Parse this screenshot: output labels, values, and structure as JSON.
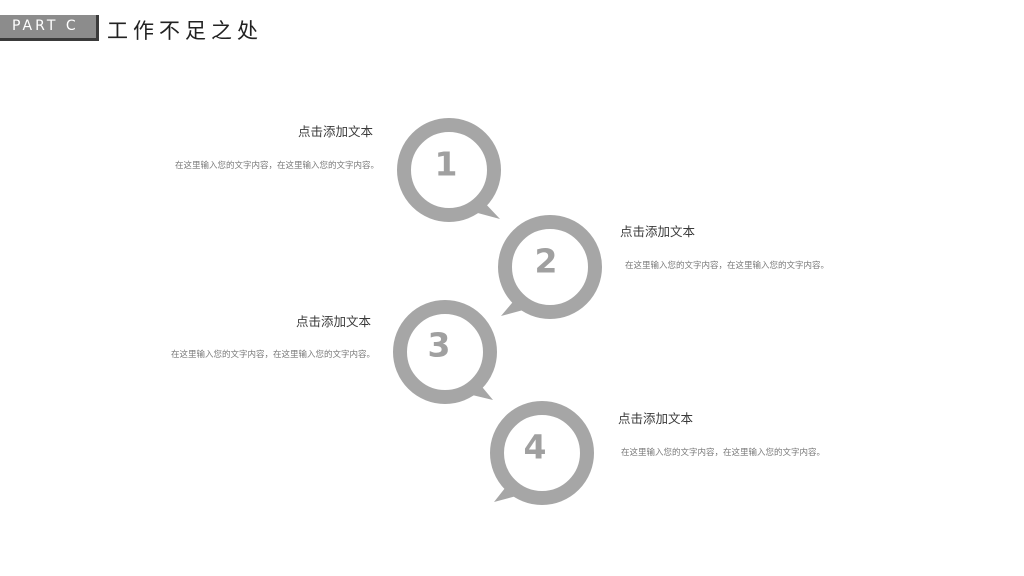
{
  "header": {
    "part_label": "PART C",
    "title": "工作不足之处"
  },
  "items": [
    {
      "number": "1",
      "title": "点击添加文本",
      "description": "在这里输入您的文字内容，在这里输入您的文字内容。"
    },
    {
      "number": "2",
      "title": "点击添加文本",
      "description": "在这里输入您的文字内容，在这里输入您的文字内容。"
    },
    {
      "number": "3",
      "title": "点击添加文本",
      "description": "在这里输入您的文字内容，在这里输入您的文字内容。"
    },
    {
      "number": "4",
      "title": "点击添加文本",
      "description": "在这里输入您的文字内容，在这里输入您的文字内容。"
    }
  ],
  "colors": {
    "bubble_ring": "#a6a6a6",
    "number_text": "#a0a0a0",
    "part_label_bg": "#8c8c8c",
    "part_label_shadow": "#3a3a3a"
  }
}
